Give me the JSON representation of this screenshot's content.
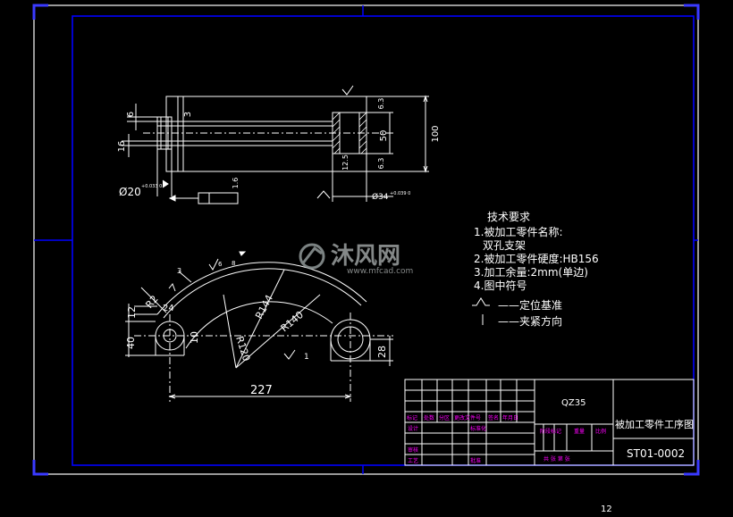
{
  "tech_requirements": {
    "title": "技术要求",
    "items": [
      "1.被加工零件名称:",
      "双孔支架",
      "2.被加工零件硬度:HB156",
      "3.加工余量:2mm(单边)",
      "4.图中符号"
    ],
    "symbol_locate": "——定位基准",
    "symbol_clamp": "——夹紧方向"
  },
  "title_block": {
    "material": "QZ35",
    "drawing_title": "被加工零件工序图",
    "drawing_number": "ST01-0002",
    "header_row": [
      "标记",
      "处数",
      "分区",
      "更改文件号",
      "签名",
      "年月日"
    ],
    "row_design": "设计",
    "row_std": "标准化",
    "row_check": "审核",
    "row_process": "工艺",
    "row_approve": "批准",
    "stage_mark": "阶段标记",
    "weight": "重量",
    "scale": "比例",
    "sheets": "共 张 第 张"
  },
  "dimensions": {
    "d6": "6",
    "d3": "3",
    "d16": "16",
    "d6_3_top": "6.3",
    "d50": "50",
    "d100": "100",
    "d12_5": "12.5",
    "d6_3_bottom": "6.3",
    "d1_6": "1.6",
    "dia20": "Ø20",
    "dia34": "Ø34",
    "tol34": "+0.039 0",
    "tol20": "+0.033 0",
    "r2": "R2",
    "d12": "12",
    "d24": "24",
    "d10": "10",
    "d40": "40",
    "r120": "R120",
    "r144": "R144",
    "r140": "R140",
    "d227": "227",
    "d28": "28",
    "d1": "1",
    "d3_arc": "3",
    "s1": "6",
    "s2": "8"
  },
  "watermark": {
    "brand": "沐风网",
    "url": "www.mfcad.com"
  },
  "page_number": "12",
  "colors": {
    "background": "#000000",
    "lines": "#ffffff",
    "frame": "#0000ff",
    "titleblock_text": "#ff00ff",
    "corner": "#3333ff"
  }
}
